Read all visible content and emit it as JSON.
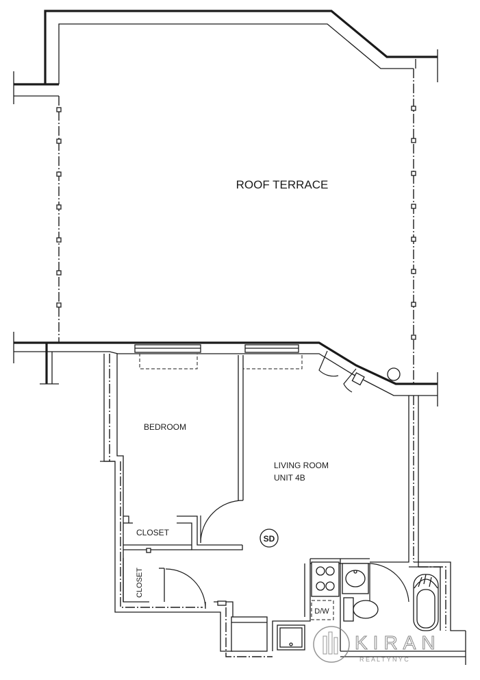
{
  "rooms": {
    "terrace": "ROOF TERRACE",
    "bedroom": "BEDROOM",
    "living_line1": "LIVING ROOM",
    "living_line2": "UNIT 4B",
    "closet_main": "CLOSET",
    "closet_side": "CLOSET"
  },
  "fixtures": {
    "smoke_detector": "SD",
    "dishwasher": "D/W"
  },
  "watermark": {
    "logo_text": "KIRAN",
    "tagline": "R E A L T Y N Y C"
  }
}
